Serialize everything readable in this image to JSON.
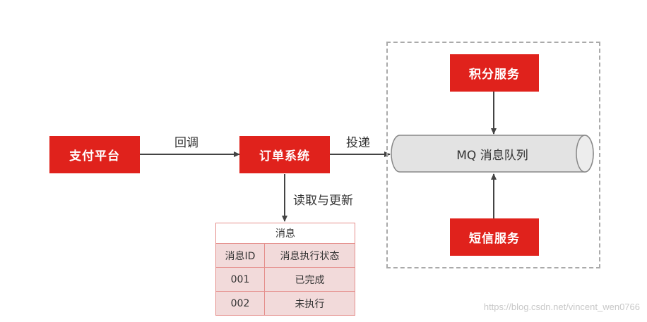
{
  "nodes": {
    "payment": "支付平台",
    "order": "订单系统",
    "points": "积分服务",
    "sms": "短信服务",
    "mq": "MQ 消息队列"
  },
  "edges": {
    "callback": "回调",
    "deliver": "投递",
    "read_update": "读取与更新"
  },
  "table": {
    "title": "消息",
    "headers": [
      "消息ID",
      "消息执行状态"
    ],
    "rows": [
      [
        "001",
        "已完成"
      ],
      [
        "002",
        "未执行"
      ]
    ]
  },
  "watermark": "https://blog.csdn.net/vincent_wen0766",
  "colors": {
    "node_fill": "#e0221c",
    "node_text": "#ffffff",
    "arrow": "#444444",
    "table_border": "#e58f8c",
    "table_fill": "#f2dada",
    "dash": "#aaaaaa"
  }
}
